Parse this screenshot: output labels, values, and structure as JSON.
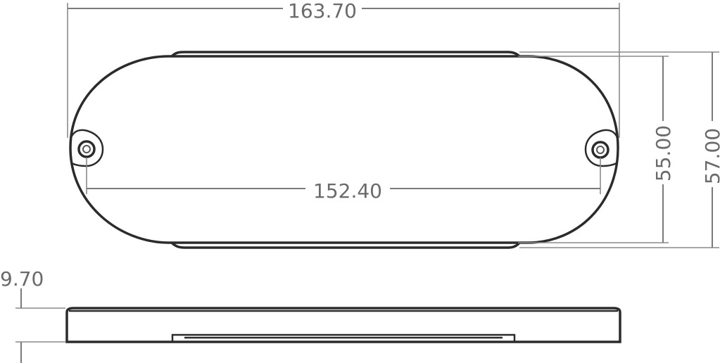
{
  "dimensions": {
    "overall_length": "163.70",
    "hole_spacing": "152.40",
    "body_width": "55.00",
    "overall_width": "57.00",
    "height": "9.70"
  },
  "colors": {
    "outline": "#2b2b2b",
    "dimension": "#7a7a7a",
    "dimension_text": "#6a6a6a",
    "background": "#ffffff"
  }
}
